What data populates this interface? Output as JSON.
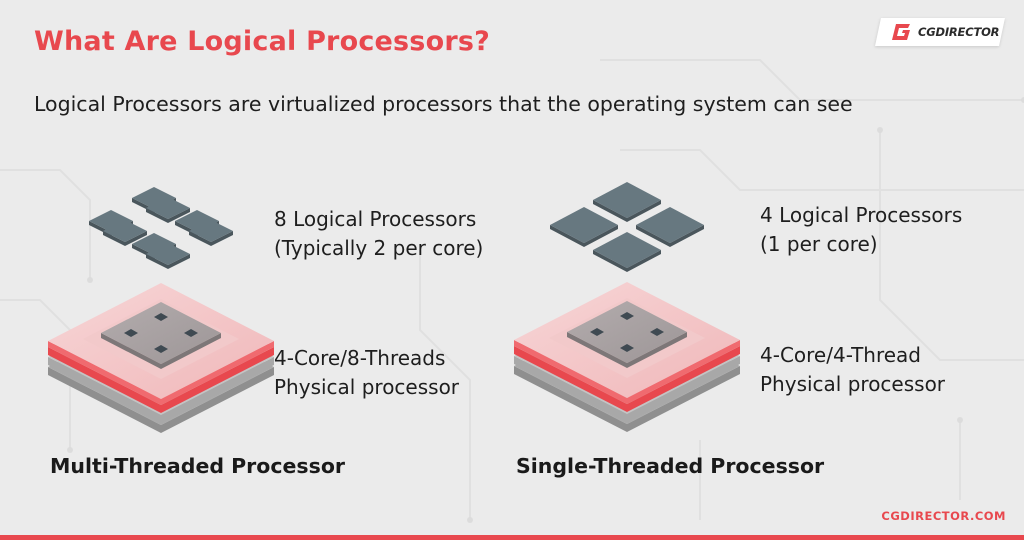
{
  "slide": {
    "title": "What Are Logical Processors?",
    "subtitle": "Logical Processors are virtualized processors that the operating system can see"
  },
  "brand": {
    "logo_text": "CGDIRECTOR",
    "footer_url": "CGDIRECTOR.COM",
    "accent_color": "#e8484e"
  },
  "multi_threaded": {
    "heading": "Multi-Threaded Processor",
    "logical_line1": "8 Logical Processors",
    "logical_line2": "(Typically 2 per core)",
    "physical_line1": "4-Core/8-Threads",
    "physical_line2": "Physical processor",
    "logical_processor_count": 8,
    "core_count": 4
  },
  "single_threaded": {
    "heading": "Single-Threaded Processor",
    "logical_line1": "4 Logical Processors",
    "logical_line2": "(1 per core)",
    "physical_line1": "4-Core/4-Thread",
    "physical_line2": "Physical processor",
    "logical_processor_count": 4,
    "core_count": 4
  }
}
